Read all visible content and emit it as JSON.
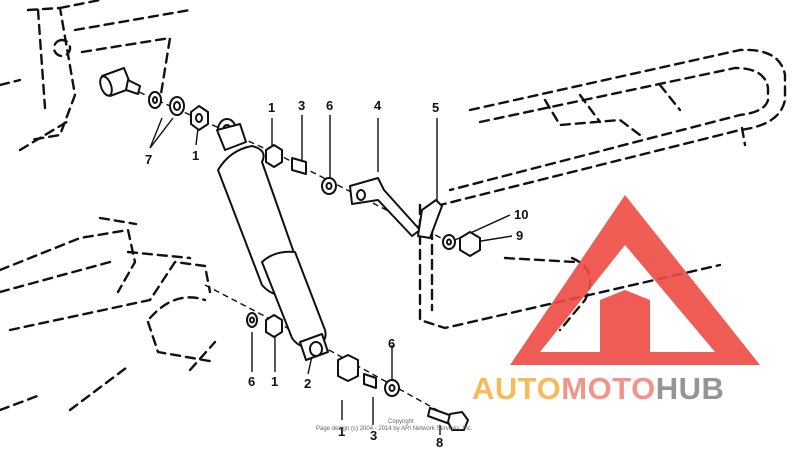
{
  "callouts": [
    {
      "id": "c7",
      "text": "7"
    },
    {
      "id": "c1a",
      "text": "1"
    },
    {
      "id": "c1b",
      "text": "1"
    },
    {
      "id": "c3a",
      "text": "3"
    },
    {
      "id": "c6a",
      "text": "6"
    },
    {
      "id": "c4",
      "text": "4"
    },
    {
      "id": "c5",
      "text": "5"
    },
    {
      "id": "c10",
      "text": "10"
    },
    {
      "id": "c9",
      "text": "9"
    },
    {
      "id": "c6b",
      "text": "6"
    },
    {
      "id": "c1c",
      "text": "1"
    },
    {
      "id": "c2",
      "text": "2"
    },
    {
      "id": "c6c",
      "text": "6"
    },
    {
      "id": "c1d",
      "text": "1"
    },
    {
      "id": "c3b",
      "text": "3"
    },
    {
      "id": "c8",
      "text": "8"
    }
  ],
  "copyright": {
    "line1": "Copyright",
    "line2": "Page design (c) 2004 - 2014 by ARI Network Services, Inc."
  },
  "watermark": {
    "part1": "AUTO",
    "part2": "MOTO",
    "part3": "HUB",
    "color_part1": "#f5b44a",
    "color_part2": "#f08a7e",
    "color_part3": "#8a8a8a",
    "mark_color": "#ee4b43"
  }
}
